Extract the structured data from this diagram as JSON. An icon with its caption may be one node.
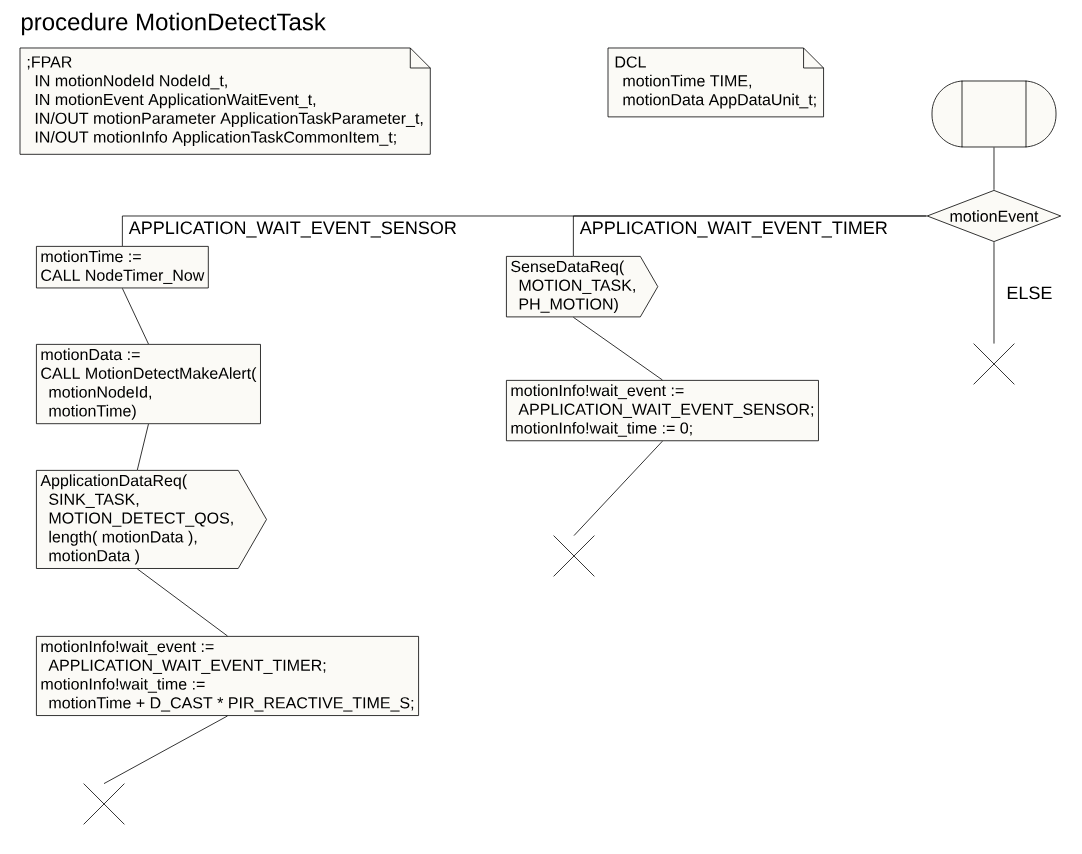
{
  "diagram": {
    "title": "procedure MotionDetectTask",
    "nodes": [
      {
        "text": [
          ";FPAR",
          "IN motionNodeId NodeId_t,",
          "IN motionEvent ApplicationWaitEvent_t,",
          "IN/OUT motionParameter ApplicationTaskParameter_t,",
          "IN/OUT motionInfo ApplicationTaskCommonItem_t;"
        ]
      },
      {
        "text": [
          "DCL",
          "motionTime TIME,",
          "motionData AppDataUnit_t;"
        ]
      },
      {
        "text": [],
        "shape": "box"
      },
      {
        "text": [
          "motionEvent"
        ]
      },
      {
        "text": [
          "motionTime :=",
          "CALL NodeTimer_Now"
        ]
      },
      {
        "text": [
          "motionData :=",
          "CALL MotionDetectMakeAlert(",
          "motionNodeId,",
          "motionTime)"
        ]
      },
      {
        "text": [
          "ApplicationDataReq(",
          "SINK_TASK,",
          "MOTION_DETECT_QOS,",
          "length( motionData ),",
          "motionData )"
        ]
      },
      {
        "text": [
          "motionInfo!wait_event :=",
          "APPLICATION_WAIT_EVENT_TIMER;",
          "motionInfo!wait_time :=",
          "motionTime + D_CAST * PIR_REACTIVE_TIME_S;"
        ]
      },
      {
        "text": [],
        "shape": "cross"
      },
      {
        "text": [
          "SenseDataReq(",
          "MOTION_TASK,",
          "PH_MOTION)"
        ]
      },
      {
        "text": [
          "motionInfo!wait_event :=",
          "APPLICATION_WAIT_EVENT_SENSOR;",
          "motionInfo!wait_time := 0;"
        ]
      },
      {
        "text": [],
        "shape": "cross"
      },
      {
        "text": [],
        "shape": "cross"
      }
    ],
    "edges": [
      {
        "from": 2,
        "to": 3,
        "arrow": "none"
      },
      {
        "from": 3,
        "to": 4,
        "arrow": "none",
        "label": "APPLICATION_WAIT_EVENT_SENSOR"
      },
      {
        "from": 3,
        "to": 9,
        "arrow": "none",
        "label": "APPLICATION_WAIT_EVENT_TIMER"
      },
      {
        "from": 3,
        "to": 12,
        "arrow": "none",
        "label": "ELSE"
      },
      {
        "from": 4,
        "to": 5,
        "arrow": "none"
      },
      {
        "from": 5,
        "to": 6,
        "arrow": "none"
      },
      {
        "from": 6,
        "to": 7,
        "arrow": "none"
      },
      {
        "from": 7,
        "to": 8,
        "arrow": "none"
      },
      {
        "from": 9,
        "to": 10,
        "arrow": "none"
      },
      {
        "from": 10,
        "to": 11,
        "arrow": "none"
      }
    ]
  }
}
